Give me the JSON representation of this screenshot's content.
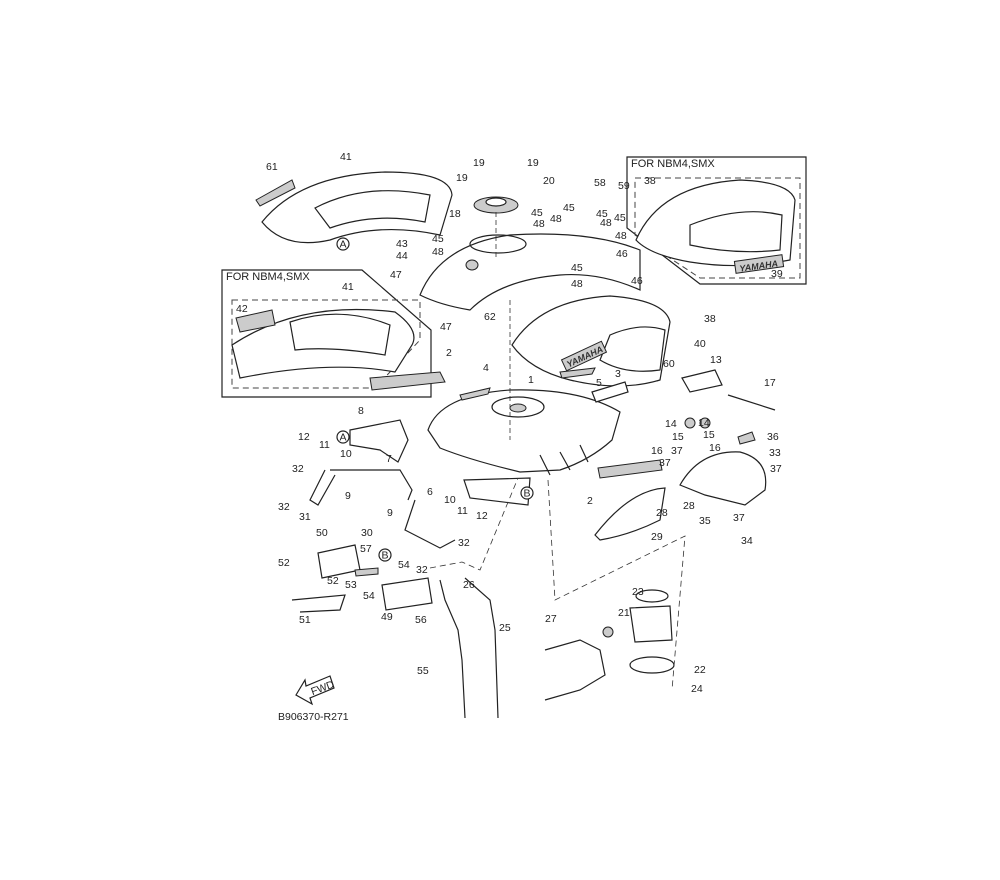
{
  "diagram": {
    "title_code": "B906370-R271",
    "fwd_label": "FWD",
    "variant_boxes": [
      {
        "title": "FOR NBM4,SMX"
      },
      {
        "title": "FOR NBM4,SMX"
      }
    ],
    "ref_markers": [
      "A",
      "A",
      "B",
      "B"
    ],
    "logo_text": "YAMAHA",
    "part_labels": [
      "61",
      "41",
      "19",
      "19",
      "19",
      "20",
      "58",
      "59",
      "18",
      "45",
      "48",
      "45",
      "48",
      "45",
      "48",
      "45",
      "48",
      "43",
      "45",
      "48",
      "44",
      "46",
      "45",
      "48",
      "46",
      "47",
      "47",
      "62",
      "38",
      "40",
      "60",
      "13",
      "17",
      "3",
      "5",
      "1",
      "2",
      "4",
      "8",
      "12",
      "11",
      "10",
      "32",
      "32",
      "31",
      "7",
      "9",
      "9",
      "6",
      "10",
      "11",
      "12",
      "30",
      "32",
      "32",
      "50",
      "57",
      "54",
      "52",
      "52",
      "53",
      "54",
      "51",
      "49",
      "56",
      "26",
      "25",
      "55",
      "27",
      "23",
      "21",
      "22",
      "24",
      "14",
      "14",
      "15",
      "15",
      "16",
      "37",
      "16",
      "37",
      "36",
      "33",
      "37",
      "2",
      "28",
      "28",
      "29",
      "35",
      "37",
      "34",
      "39",
      "38",
      "41",
      "42"
    ]
  }
}
